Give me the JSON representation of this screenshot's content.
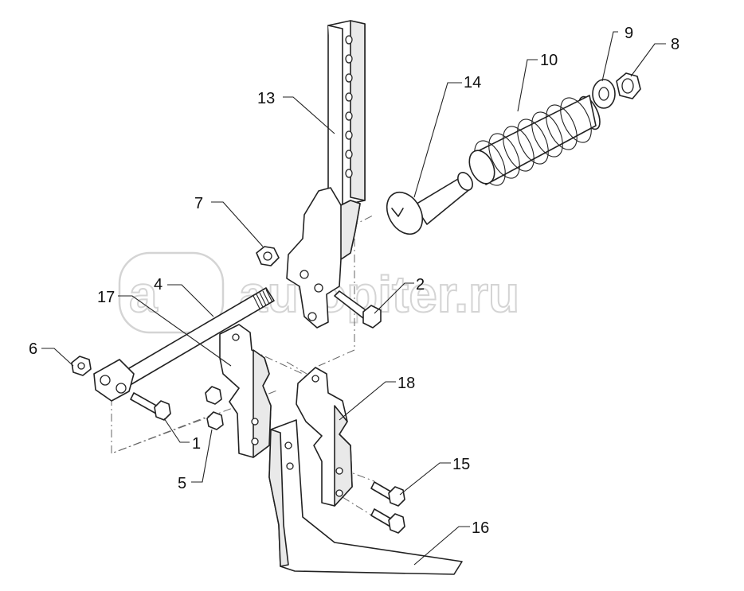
{
  "watermark": {
    "logo_text": "a",
    "text": "autopiter.ru"
  },
  "callouts": {
    "c1": "1",
    "c2": "2",
    "c4": "4",
    "c5": "5",
    "c6": "6",
    "c7": "7",
    "c8": "8",
    "c9": "9",
    "c10": "10",
    "c13": "13",
    "c14": "14",
    "c15": "15",
    "c16": "16",
    "c17": "17",
    "c18": "18"
  }
}
